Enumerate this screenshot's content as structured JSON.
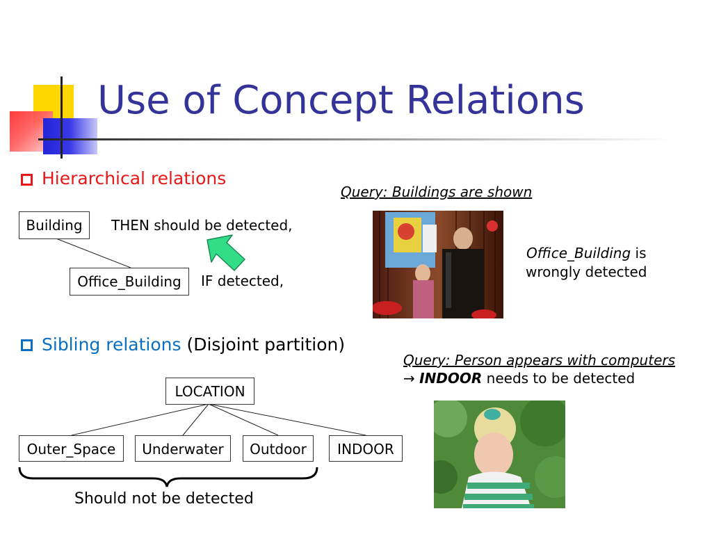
{
  "slide": {
    "title": "Use of Concept Relations"
  },
  "hierarchical": {
    "heading": "Hierarchical relations",
    "parent_box": "Building",
    "child_box": "Office_Building",
    "then_text": "THEN should be detected,",
    "if_text": "IF detected,",
    "query": "Query: Buildings are shown",
    "result_em": "Office_Building",
    "result_rest_1": " is",
    "result_rest_2": "wrongly detected"
  },
  "sibling": {
    "heading": "Sibling relations",
    "heading_extra": "(Disjoint partition)",
    "root_box": "LOCATION",
    "children": [
      "Outer_Space",
      "Underwater",
      "Outdoor",
      "INDOOR"
    ],
    "brace_label": "Should not be detected",
    "query": "Query: Person appears with computers",
    "arrow_symbol": "→",
    "needs_em": "INDOOR",
    "needs_rest": " needs to be detected"
  },
  "colors": {
    "title": "#333399",
    "hier_heading": "#e81818",
    "sib_heading": "#0a6fc2",
    "arrow": "#33dd88"
  }
}
